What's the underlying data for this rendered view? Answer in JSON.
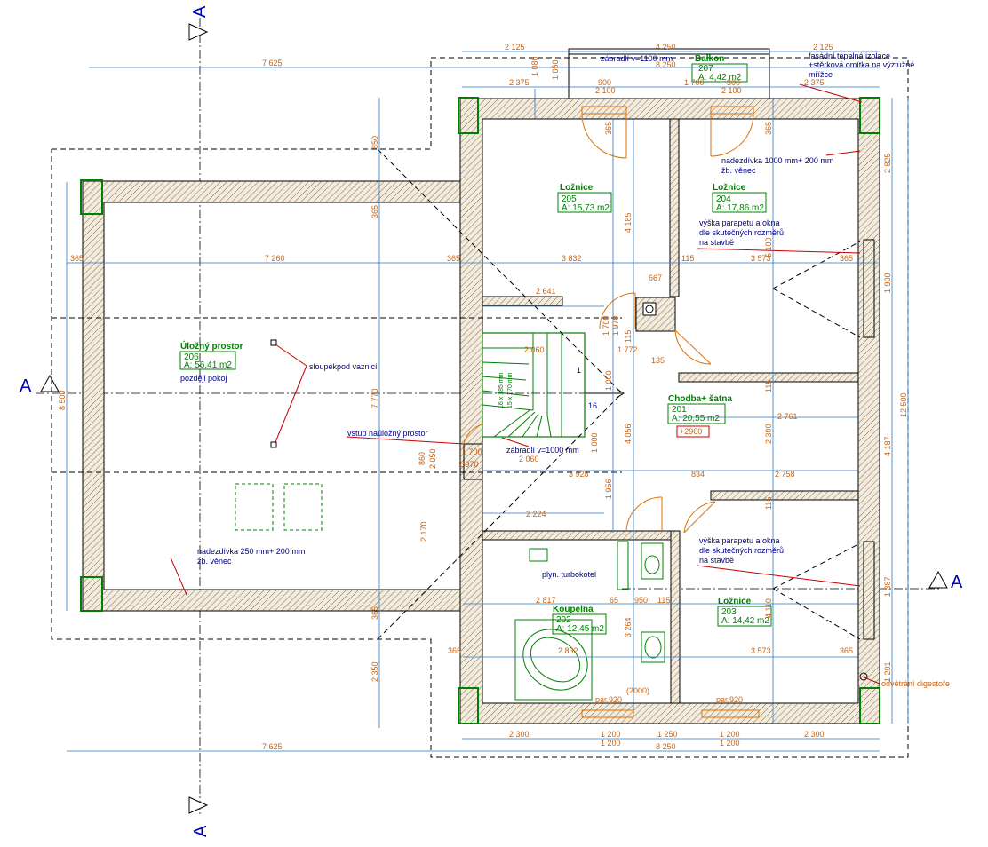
{
  "section_marks": {
    "top": "A",
    "bottom": "A",
    "left": "A",
    "right": "A"
  },
  "rooms": {
    "r205": {
      "name": "Ložnice",
      "number": "205",
      "area": "A: 15,73 m2"
    },
    "r204": {
      "name": "Ložnice",
      "number": "204",
      "area": "A: 17,86 m2"
    },
    "r207": {
      "name": "Balkon",
      "number": "207",
      "area": "A: 4,42 m2"
    },
    "r206": {
      "name": "Úložný prostor",
      "number": "206",
      "area": "A: 56,41 m2",
      "note": "později pokoj"
    },
    "r201": {
      "name": "Chodba+ šatna",
      "number": "201",
      "area": "A: 20,55 m2",
      "level": "+2960"
    },
    "r202": {
      "name": "Koupelna",
      "number": "202",
      "area": "A: 12,45 m2"
    },
    "r203": {
      "name": "Ložnice",
      "number": "203",
      "area": "A: 14,42 m2"
    }
  },
  "annotations": {
    "zabradli_top": "zábradlí v=1100 mm",
    "facade_1": "fasádní tepelná izolace",
    "facade_2": "+stěrková omítka na výztužné",
    "facade_3": "mřížce",
    "lintel_1000_1": "nadezdívka 1000 mm+ 200 mm",
    "lintel_1000_2": "žb. věnec",
    "parapet_top_1": "výška parapetu a okna",
    "parapet_top_2": "dle skutečných rozměrů",
    "parapet_top_3": "na stavbě",
    "column": "sloupekpod vaznicí",
    "attic_entry": "vstup naúložný prostor",
    "zabradli_stairs": "zábradlí v=1000 mm",
    "parapet_bot_1": "výška parapetu a okna",
    "parapet_bot_2": "dle skutečných rozměrů",
    "parapet_bot_3": "na stavbě",
    "boiler": "plyn. turbokotel",
    "lintel_250_1": "nadezdívka 250 mm+ 200 mm",
    "lintel_250_2": "žb. věnec",
    "hood": "odvětrání digestoře",
    "par_920_a": "par.920",
    "par_920_b": "par.920",
    "bath_2000": "(2000)"
  },
  "dimensions": {
    "top_2125_l": "2 125",
    "top_4250": "4 250",
    "top_2125_r": "2 125",
    "top_7625": "7 625",
    "top_1080": "1 080",
    "top_8250": "8 250",
    "top_2375": "2 375",
    "top_900": "900",
    "top_1700": "1 700",
    "top_300": "300",
    "top_2100_a": "2 100",
    "top_2100_b": "2 100",
    "top_2375_r": "2 375",
    "row_365_a": "365",
    "row_7260": "7 260",
    "row_365_b": "365",
    "row_3832": "3 832",
    "row_115": "115",
    "row_3573": "3 573",
    "row_365_c": "365",
    "d_2641": "2 641",
    "d_667": "667",
    "d_2060_a": "2 060",
    "d_1772": "1 772",
    "d_135": "135",
    "d_2761": "2 761",
    "d_1700_s": "1 700",
    "d_1970_s": "1 970",
    "d_2060_b": "2 060",
    "d_3928": "3 928",
    "d_834": "834",
    "d_2758": "2 758",
    "d_2224": "2 224",
    "d_2817": "2 817",
    "d_65": "65",
    "d_950": "950",
    "d_115_b": "115",
    "d_3573_b": "3 573",
    "d_365_d": "365",
    "d_365_e": "365",
    "d_2832": "2 832",
    "bot_2300_l": "2 300",
    "bot_1200_a": "1 200",
    "bot_1250": "1 250",
    "bot_1200_b": "1 200",
    "bot_2300_r": "2 300",
    "bot_1200_c": "1 200",
    "bot_8250": "8 250",
    "bot_1200_d": "1 200",
    "bot_7625": "7 625",
    "v_8500": "8 500",
    "v_850": "850",
    "v_365_v1": "365",
    "v_7770": "7 770",
    "v_365_v2": "365",
    "v_2350": "2 350",
    "v_1050": "1 050",
    "v_4185": "4 185",
    "v_4056": "4 056",
    "v_3264": "3 264",
    "v_1956": "1 956",
    "v_2170": "2 170",
    "v_2300_v": "2 300",
    "v_12500": "12 500",
    "v_2825": "2 825",
    "v_1900": "1 900",
    "v_4187": "4 187",
    "v_1387": "1 387",
    "v_1201": "1 201",
    "v_5100": "5 100",
    "v_4110": "4 110",
    "v_1000": "1 000",
    "v_1000b": "1 000",
    "v_365_v3": "365",
    "v_365_v4": "365",
    "v_115_v": "115",
    "v_115_v2": "115",
    "v_115_v3": "115",
    "v_860": "860",
    "v_2050": "2 050",
    "v_1700_d": "1 700",
    "v_1970_d": "1 970"
  },
  "stair_labels": {
    "s1": "1",
    "s16": "16",
    "stair_1": "16 x 185 mm",
    "stair_2": "15 x 270 mm"
  }
}
